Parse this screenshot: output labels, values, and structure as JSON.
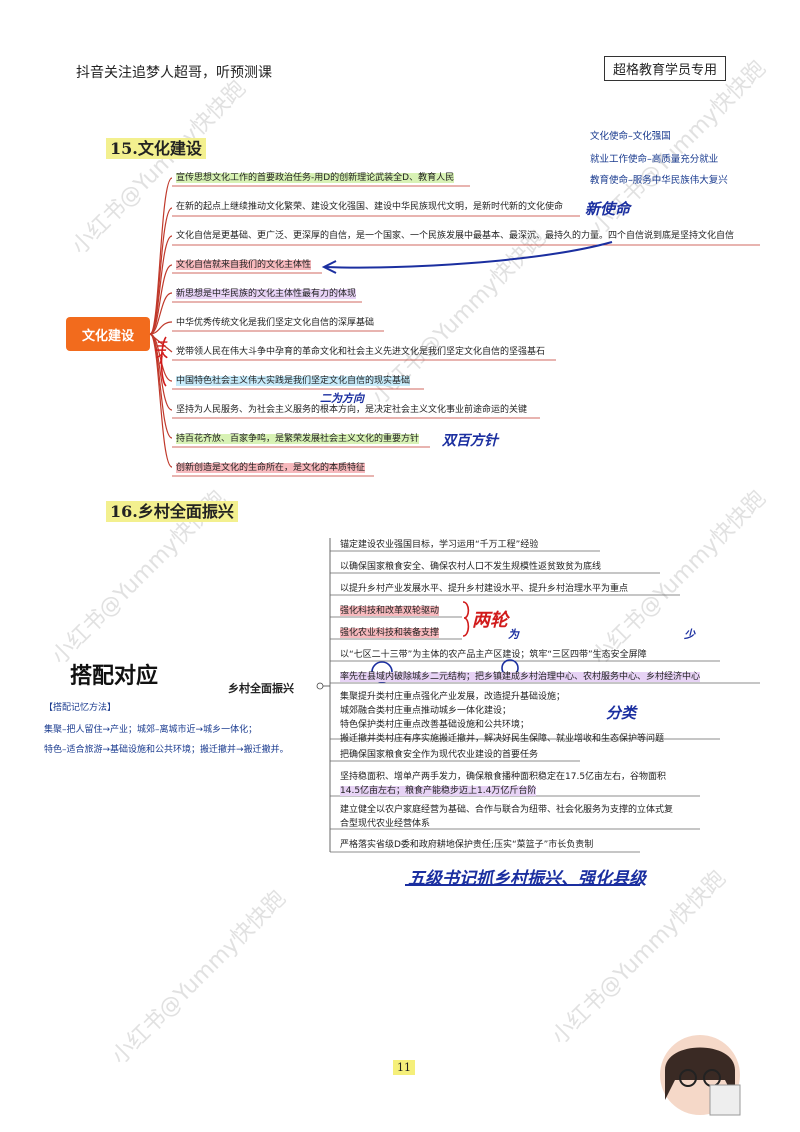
{
  "header": {
    "left_text": "抖音关注追梦人超哥，听预测课",
    "right_box": "超格教育学员专用"
  },
  "section15": {
    "title": "15.文化建设",
    "root": "文化建设",
    "right_notes": [
      "文化使命–文化强国",
      "就业工作使命–高质量充分就业",
      "教育使命–服务中华民族伟大复兴"
    ],
    "items": [
      "宣传思想文化工作的首要政治任务-用D的创新理论武装全D、教育人民",
      "在新的起点上继续推动文化繁荣、建设文化强国、建设中华民族现代文明，是新时代新的文化使命",
      "文化自信是更基础、更广泛、更深厚的自信，是一个国家、一个民族发展中最基本、最深沉、最持久的力量。四个自信说到底是坚持文化自信",
      "文化自信就来自我们的文化主体性",
      "新思想是中华民族的文化主体性最有力的体现",
      "中华优秀传统文化是我们坚定文化自信的深厚基础",
      "党带领人民在伟大斗争中孕育的革命文化和社会主义先进文化是我们坚定文化自信的坚强基石",
      "中国特色社会主义伟大实践是我们坚定文化自信的现实基础",
      "坚持为人民服务、为社会主义服务的根本方向，是决定社会主义文化事业前途命运的关键",
      "持百花齐放、百家争鸣，是繁荣发展社会主义文化的重要方针",
      "创新创造是文化的生命所在，是文化的本质特征"
    ],
    "hand_notes": {
      "new_mission": "新使命",
      "fundamental_direction": "二为方向",
      "double_policy": "双百方针",
      "three_foundations": "三个"
    }
  },
  "section16": {
    "title": "16.乡村全面振兴",
    "big_title": "搭配对应",
    "root": "乡村全面振兴",
    "memo_title": "【搭配记忆方法】",
    "memo_lines": [
      "集聚–把人留住→产业；城郊–离城市近→城乡一体化；",
      "特色–适合旅游→基础设施和公共环境；搬迁撤并→搬迁撤并。"
    ],
    "items": [
      "锚定建设农业强国目标，学习运用“千万工程”经验",
      "以确保国家粮食安全、确保农村人口不发生规模性返贫致贫为底线",
      "以提升乡村产业发展水平、提升乡村建设水平、提升乡村治理水平为重点",
      "强化科技和改革双轮驱动",
      "强化农业科技和装备支撑",
      "以“七区二十三带”为主体的农产品主产区建设；筑牢“三区四带”生态安全屏障",
      "率先在县域内破除城乡二元结构；把乡镇建成乡村治理中心、农村服务中心、乡村经济中心",
      "集聚提升类村庄重点强化产业发展，改造提升基础设施；",
      "城郊融合类村庄重点推动城乡一体化建设；",
      "特色保护类村庄重点改善基础设施和公共环境；",
      "搬迁撤并类村庄有序实施搬迁撤并，解决好民生保障、就业增收和生态保护等问题",
      "把确保国家粮食安全作为现代农业建设的首要任务",
      "坚持稳面积、增单产两手发力，确保粮食播种面积稳定在17.5亿亩左右，谷物面积",
      "14.5亿亩左右；粮食产能稳步迈上1.4万亿斤台阶",
      "建立健全以农户家庭经营为基础、合作与联合为纽带、社会化服务为支撑的立体式复",
      "合型现代农业经营体系",
      "严格落实省级D委和政府耕地保护责任;压实“菜篮子”市长负责制"
    ],
    "hand_notes": {
      "two_wheels": "两轮",
      "main": "为",
      "few": "少",
      "classify": "分类",
      "bottom_line": "五级书记抓乡村振兴、强化县级"
    }
  },
  "page_number": "11",
  "watermark": "小红书@Yummy快快跑"
}
